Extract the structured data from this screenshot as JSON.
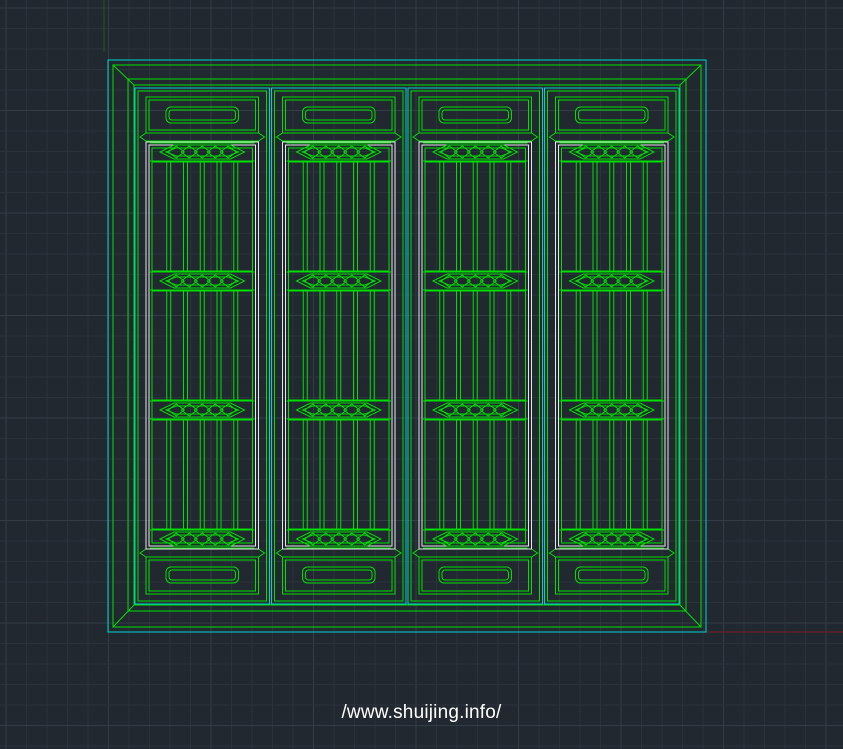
{
  "watermark": "/www.shuijing.info/",
  "colors": {
    "background": "#212830",
    "grid_minor": "#2a323c",
    "grid_major": "#343c47",
    "outer_frame": "#00d2d2",
    "panel_lines": "#00e000",
    "inner_lines": "#e6e6e6",
    "x_axis": "#7a1e24",
    "y_axis": "#1f5a1f"
  },
  "drawing": {
    "door_panel_count": 4,
    "lattice_sections_per_panel": 3,
    "vertical_bars_per_section": 6
  }
}
